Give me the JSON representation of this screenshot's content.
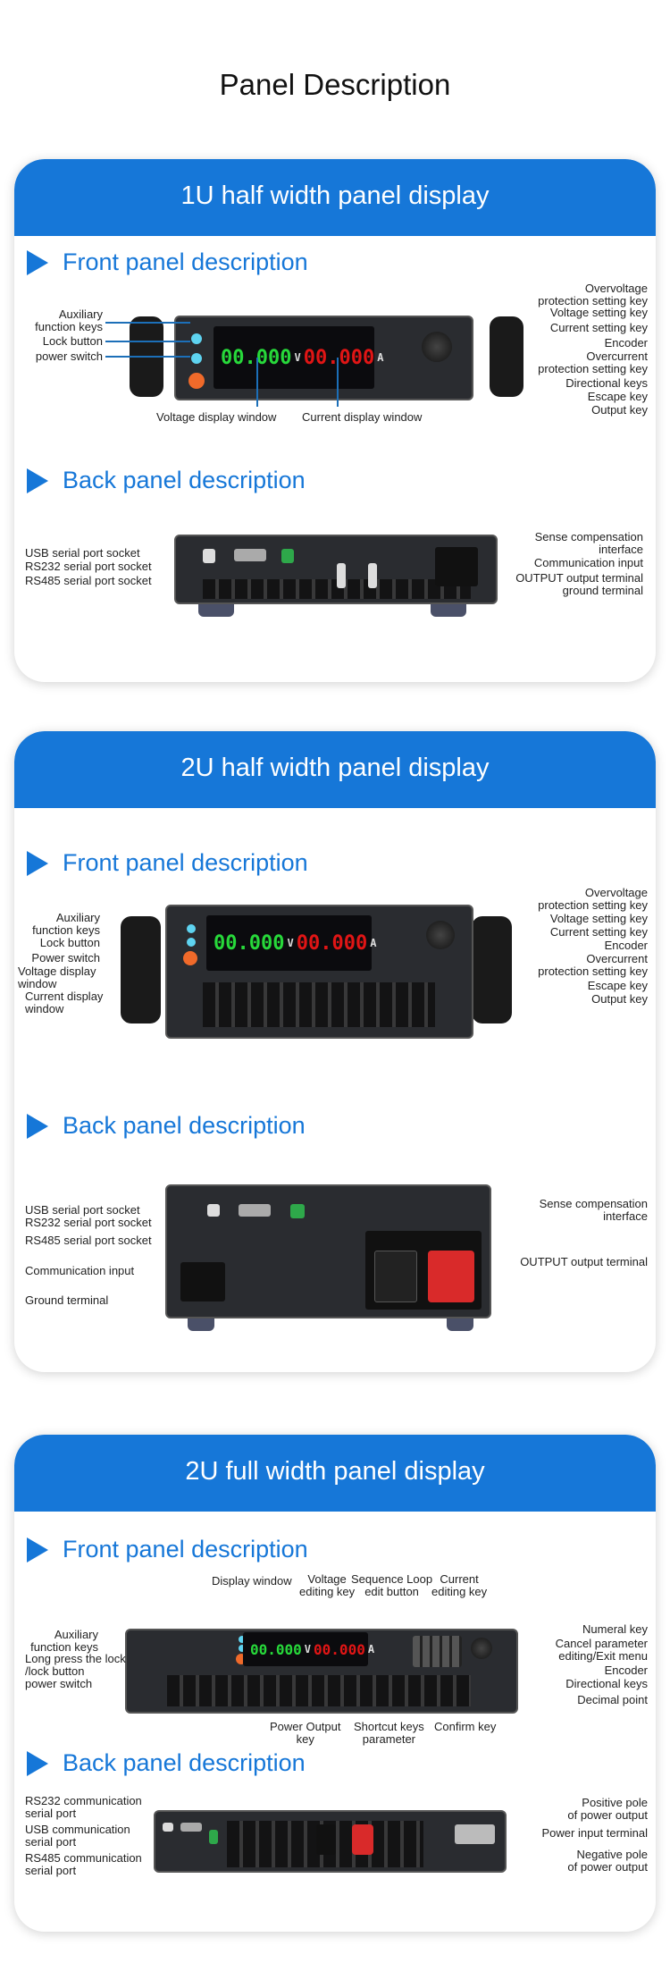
{
  "title": "Panel Description",
  "colors": {
    "accent": "#1677d8",
    "voltage": "#27d83a",
    "current": "#e01515"
  },
  "cards": [
    {
      "title": "1U half width panel display",
      "front": {
        "heading": "Front panel description",
        "display": {
          "voltage": "00.000",
          "v_unit": "V",
          "current": "00.000",
          "a_unit": "A"
        },
        "left_labels": [
          "Auxiliary\nfunction keys",
          "Lock button",
          "power switch"
        ],
        "right_labels": [
          "Overvoltage\nprotection setting key",
          "Voltage setting key",
          "Current setting key",
          "Encoder",
          "Overcurrent\nprotection setting key",
          "Directional keys",
          "Escape key",
          "Output key"
        ],
        "bottom_labels": [
          "Voltage display window",
          "Current display window"
        ]
      },
      "back": {
        "heading": "Back panel description",
        "left_labels": [
          "USB serial port socket",
          "RS232 serial port socket",
          "RS485 serial port socket"
        ],
        "right_labels": [
          "Sense compensation\ninterface",
          "Communication input",
          "OUTPUT output terminal",
          "ground terminal"
        ]
      }
    },
    {
      "title": "2U half width panel display",
      "front": {
        "heading": "Front panel description",
        "display": {
          "voltage": "00.000",
          "v_unit": "V",
          "current": "00.000",
          "a_unit": "A"
        },
        "left_labels": [
          "Auxiliary\nfunction keys",
          "Lock button",
          "Power switch",
          "Voltage display\nwindow",
          "Current display\nwindow"
        ],
        "right_labels": [
          "Overvoltage\nprotection setting key",
          "Voltage setting key",
          "Current setting key",
          "Encoder",
          "Overcurrent\nprotection setting key",
          "Escape key",
          "Output key"
        ]
      },
      "back": {
        "heading": "Back panel description",
        "left_labels": [
          "USB serial port socket",
          "RS232 serial port socket",
          "RS485 serial port socket",
          "Communication input",
          "Ground terminal"
        ],
        "right_labels": [
          "Sense compensation\ninterface",
          "OUTPUT output terminal"
        ]
      }
    },
    {
      "title": "2U full width panel display",
      "front": {
        "heading": "Front panel description",
        "display": {
          "voltage": "00.000",
          "v_unit": "V",
          "current": "00.000",
          "a_unit": "A"
        },
        "top_labels": [
          "Display window",
          "Voltage\nediting key",
          "Sequence Loop\nedit button",
          "Current\nediting key"
        ],
        "left_labels": [
          "Auxiliary\nfunction keys",
          "Long press the lock\n/lock button",
          "power switch"
        ],
        "right_labels": [
          "Numeral key",
          "Cancel parameter\nediting/Exit menu",
          "Encoder",
          "Directional keys",
          "Decimal point"
        ],
        "bottom_labels": [
          "Power Output\nkey",
          "Shortcut keys\nparameter",
          "Confirm key"
        ]
      },
      "back": {
        "heading": "Back panel description",
        "left_labels": [
          "RS232 communication\nserial port",
          "USB communication\nserial port",
          "RS485 communication\nserial port"
        ],
        "right_labels": [
          "Positive pole\nof power output",
          "Power input terminal",
          "Negative pole\nof power output"
        ]
      }
    }
  ]
}
